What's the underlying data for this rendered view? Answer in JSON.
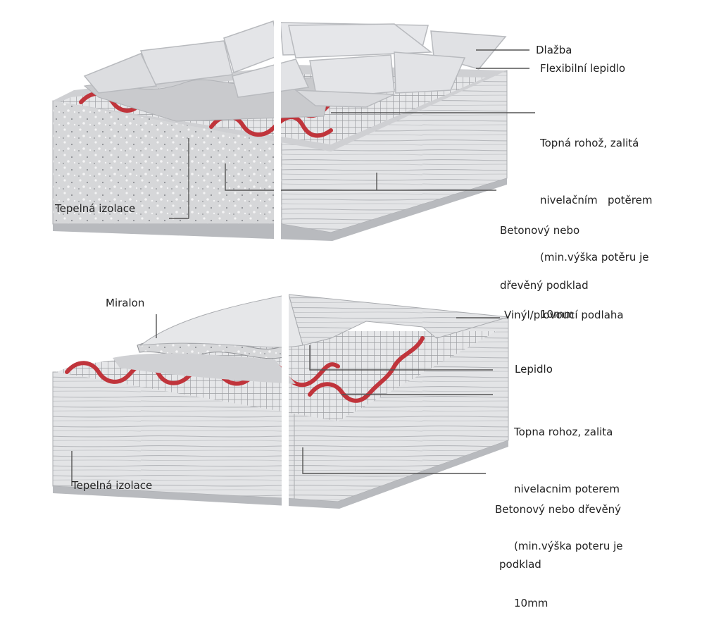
{
  "colors": {
    "tile": "#dcdde0",
    "tile_edge": "#b8babe",
    "adhesive": "#c9cacd",
    "mesh": "#9d9fa3",
    "heating_cable": "#c0343b",
    "insulation": "#d6d7d9",
    "wood": "#e3e4e6",
    "wood_grain": "#b5b7bb",
    "leader_line": "#555555",
    "divider": "#ffffff"
  },
  "top_diagram": {
    "labels": {
      "tiles": "Dlažba",
      "flexible_adhesive": "Flexibilní lepidlo",
      "heating_mat": [
        "Topná rohož, zalitá",
        "nivelačním   potěrem",
        "(min.výška potěru je",
        "10mm"
      ],
      "substrate": [
        "Betonový nebo",
        "dřevěný podklad"
      ],
      "thermal_insulation": "Tepelná izolace"
    }
  },
  "bottom_diagram": {
    "labels": {
      "miralon": "Miralon",
      "vinyl_floor": "Vinýl/plovoucí podlaha",
      "adhesive": "Lepidlo",
      "heating_mat": [
        "Topna rohoz, zalita",
        "nivelacnim poterem",
        "(min.výška poteru je",
        "10mm"
      ],
      "substrate": [
        "Betonový nebo dřevěný",
        "podklad"
      ],
      "thermal_insulation": "Tepelná izolace"
    }
  }
}
